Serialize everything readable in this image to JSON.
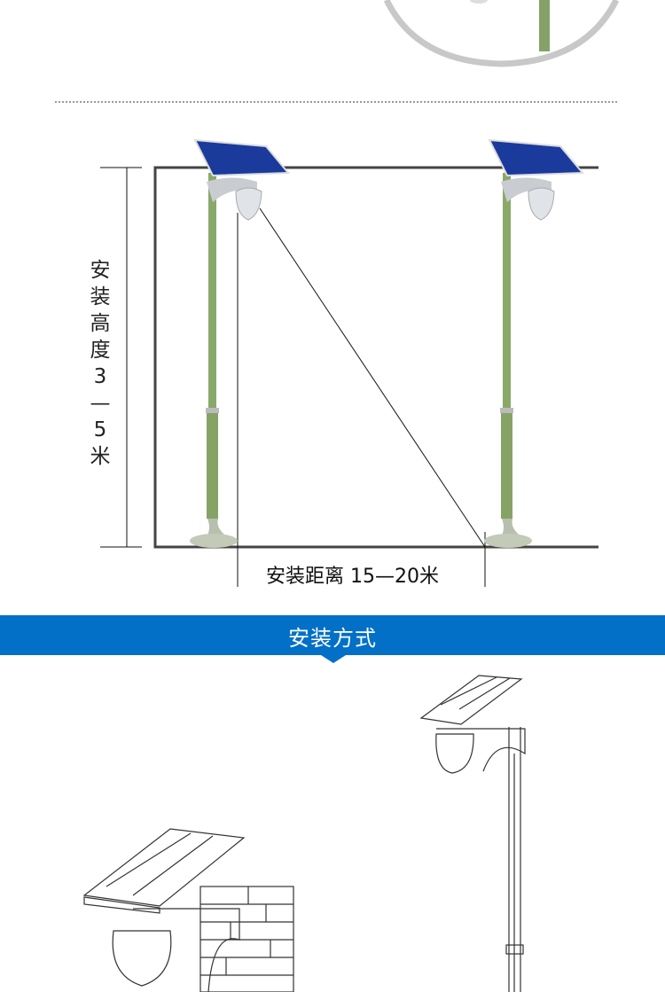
{
  "diagram": {
    "height_label_chars": [
      "安",
      "装",
      "高",
      "度",
      "3",
      "—",
      "5",
      "米"
    ],
    "distance_label": "安装距离 15—20米"
  },
  "section": {
    "title": "安装方式"
  },
  "colors": {
    "accent": "#0270c6",
    "pole": "#8aa86a",
    "panel": "#1a3a9c",
    "frame": "#444444"
  }
}
